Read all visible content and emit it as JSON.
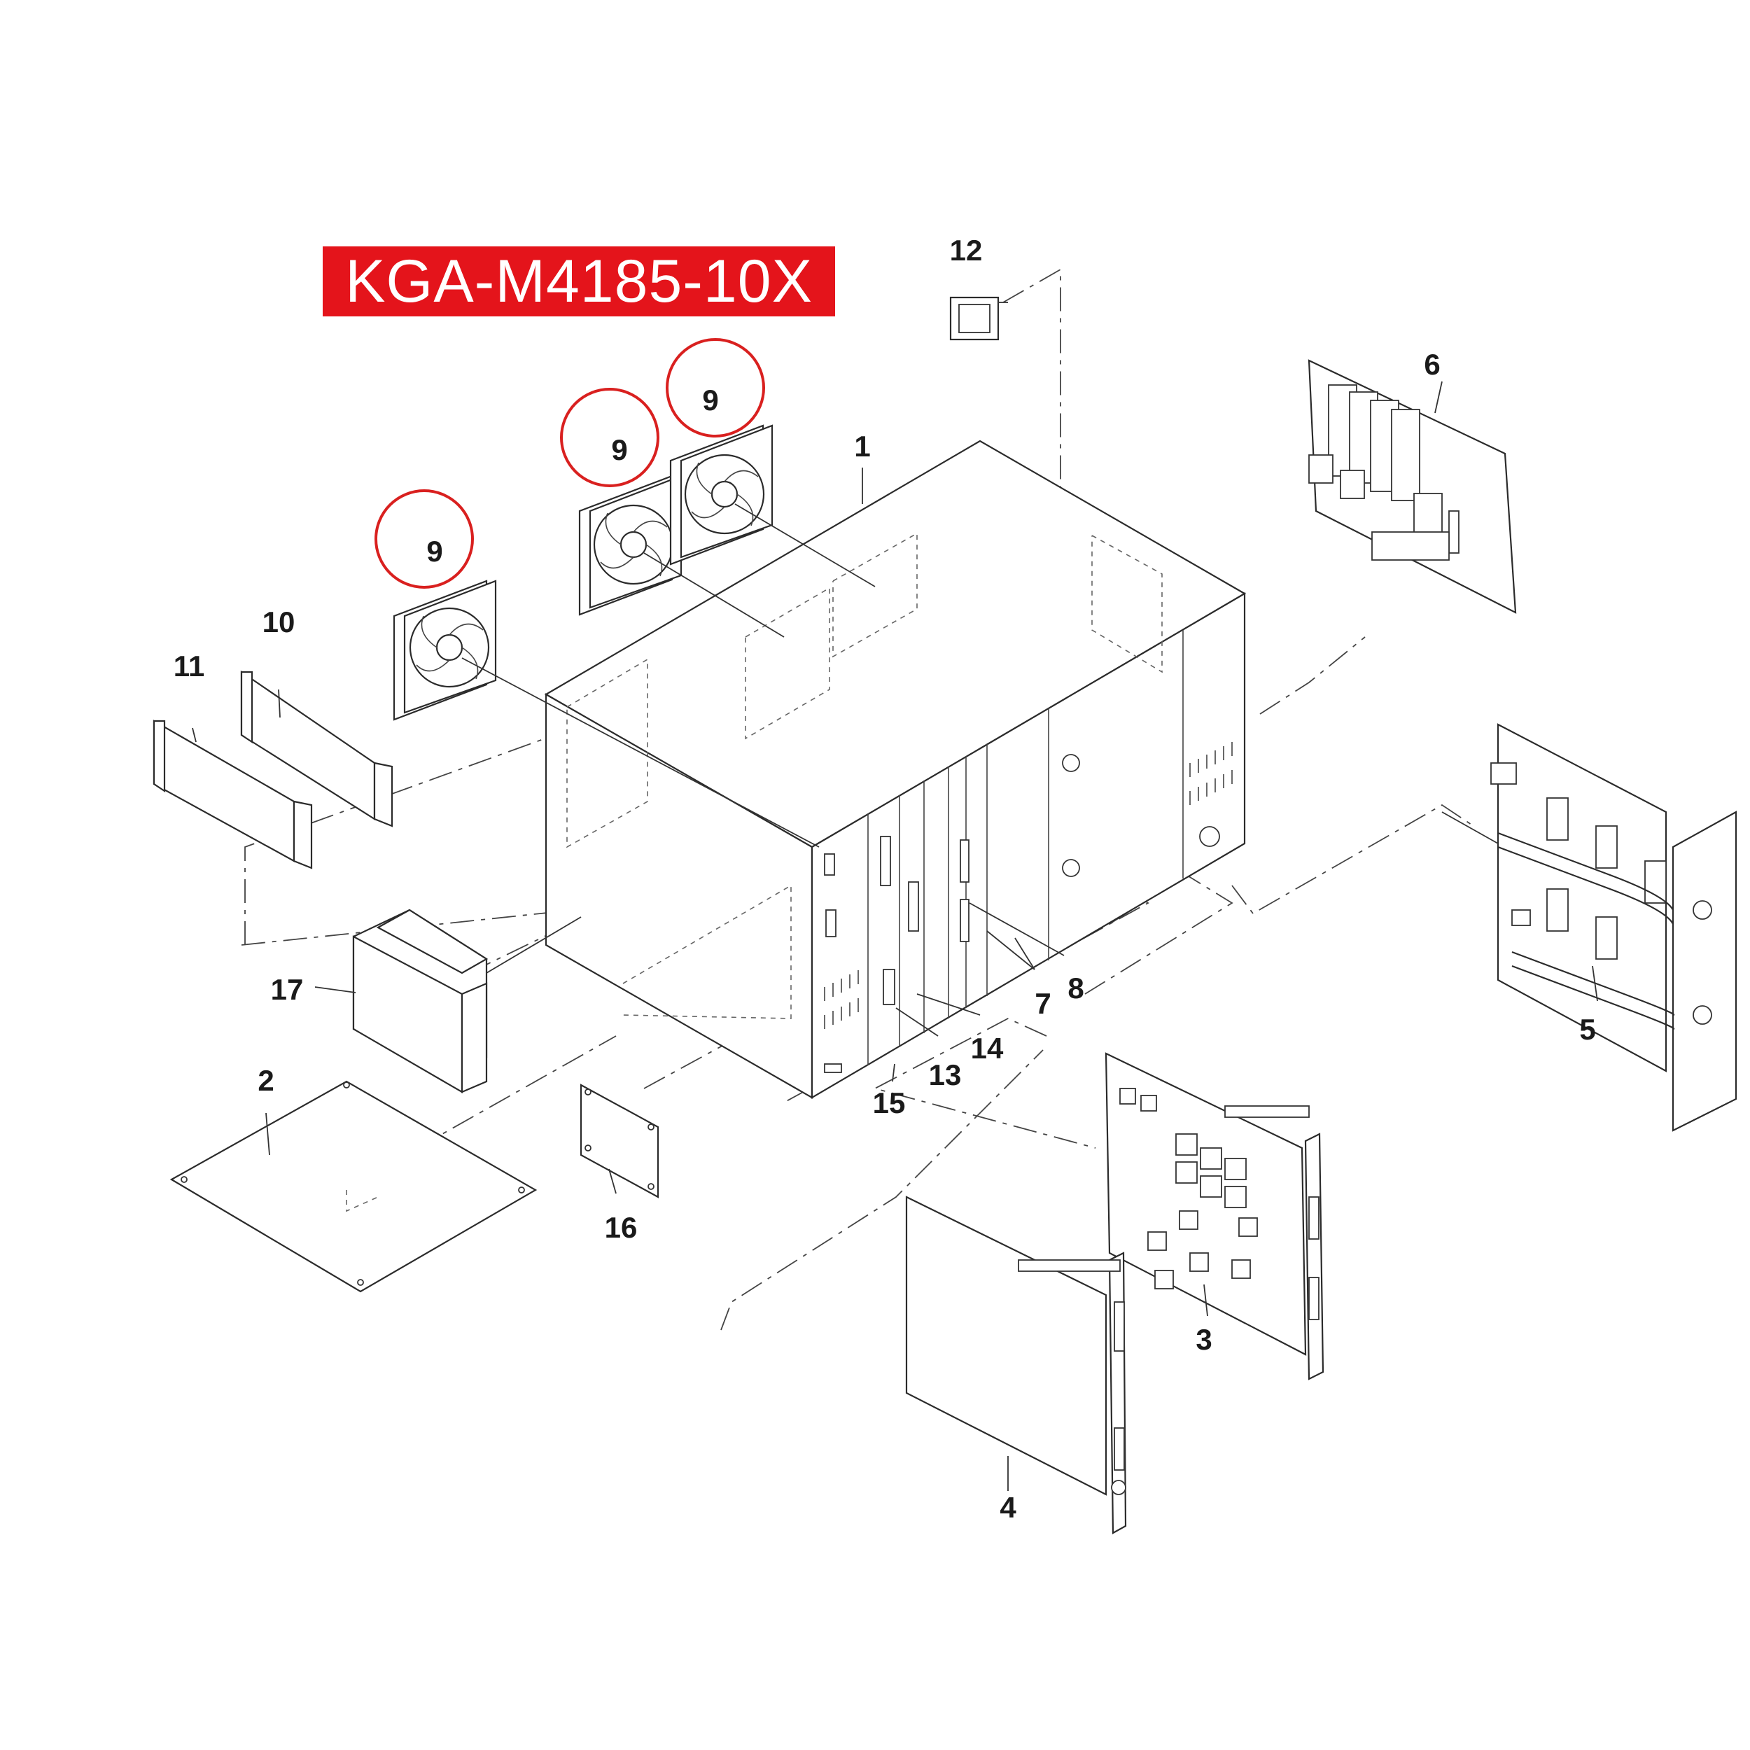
{
  "title": "KGA-M4185-10X",
  "highlight_color": "#e4141b",
  "callouts": [
    {
      "id": "callout-1",
      "label": "1"
    },
    {
      "id": "callout-2",
      "label": "2"
    },
    {
      "id": "callout-3",
      "label": "3"
    },
    {
      "id": "callout-4",
      "label": "4"
    },
    {
      "id": "callout-5",
      "label": "5"
    },
    {
      "id": "callout-6",
      "label": "6"
    },
    {
      "id": "callout-7",
      "label": "7"
    },
    {
      "id": "callout-8",
      "label": "8"
    },
    {
      "id": "callout-9a",
      "label": "9"
    },
    {
      "id": "callout-9b",
      "label": "9"
    },
    {
      "id": "callout-9c",
      "label": "9"
    },
    {
      "id": "callout-10",
      "label": "10"
    },
    {
      "id": "callout-11",
      "label": "11"
    },
    {
      "id": "callout-12",
      "label": "12"
    },
    {
      "id": "callout-13",
      "label": "13"
    },
    {
      "id": "callout-14",
      "label": "14"
    },
    {
      "id": "callout-15",
      "label": "15"
    },
    {
      "id": "callout-16",
      "label": "16"
    },
    {
      "id": "callout-17",
      "label": "17"
    }
  ]
}
